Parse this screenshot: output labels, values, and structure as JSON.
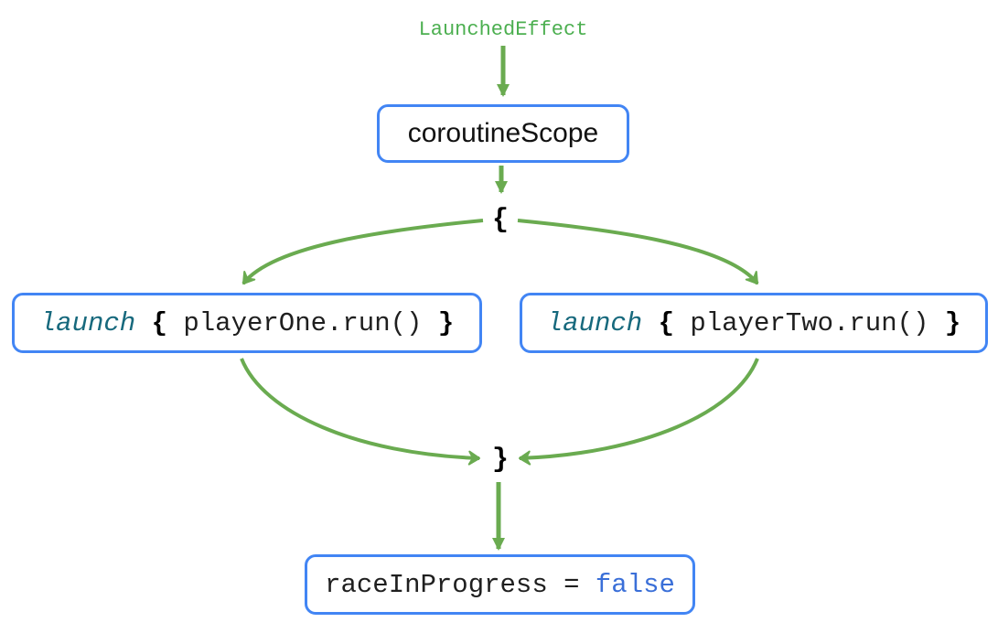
{
  "diagram": {
    "source_label": "LaunchedEffect",
    "coroutine_scope": {
      "label": "coroutineScope"
    },
    "fork_open_brace": "{",
    "branch_one": {
      "keyword": "launch",
      "open_brace": "{",
      "call": "playerOne.run()",
      "close_brace": "}"
    },
    "branch_two": {
      "keyword": "launch",
      "open_brace": "{",
      "call": "playerTwo.run()",
      "close_brace": "}"
    },
    "join_close_brace": "}",
    "result": {
      "variable": "raceInProgress",
      "operator": "=",
      "value": "false"
    },
    "colors": {
      "arrow_green": "#6aab50",
      "label_green": "#4caf50",
      "node_border_blue": "#4285f4",
      "keyword_teal": "#17697d",
      "value_blue": "#3a6fd8",
      "code_text": "#1f1f1f"
    }
  }
}
